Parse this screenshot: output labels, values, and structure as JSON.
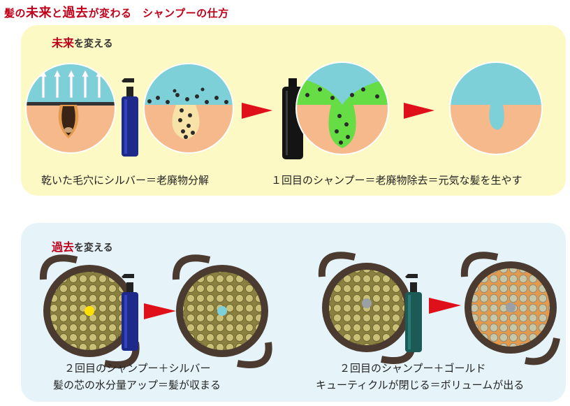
{
  "header": {
    "title_part1": "髪の",
    "title_part2": "未来",
    "title_part3": "と",
    "title_part4": "過去",
    "title_part5": "が変わる　シャンプーの仕方"
  },
  "future_section": {
    "label_red": "未来",
    "label_rest": "を変える",
    "caption_left": "乾いた毛穴にシルバー＝老廃物分解",
    "caption_right": "１回目のシャンプー＝老廃物除去＝元気な髪を生やす"
  },
  "past_section": {
    "label_red": "過去",
    "label_rest": "を変える",
    "caption_left_line1": "２回目のシャンプー＋シルバー",
    "caption_left_line2": "髪の芯の水分量アップ＝髪が収まる",
    "caption_right_line1": "２回目のシャンプー＋ゴールド",
    "caption_right_line2": "キューティクルが閉じる＝ボリュームが出る"
  },
  "colors": {
    "accent_red": "#c0001a",
    "arrow_red": "#e0101a",
    "panel_yellow": "#fdf9c4",
    "panel_blue": "#e6f4fa",
    "scalp_blue": "#7dd0d8",
    "skin": "#f6b98c",
    "green_foam": "#66dd44"
  }
}
